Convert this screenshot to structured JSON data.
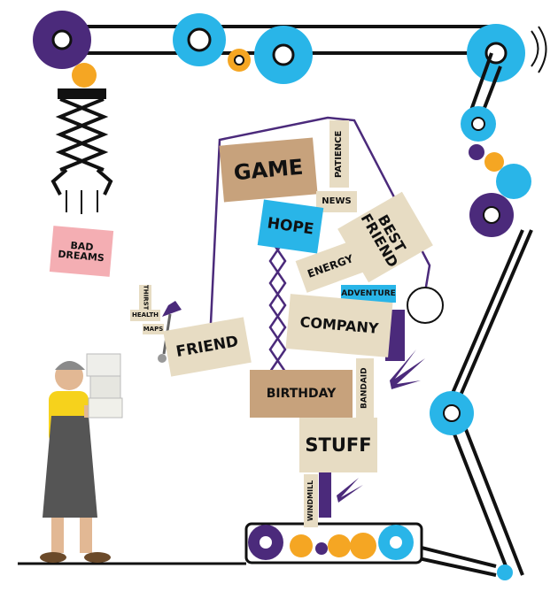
{
  "labels": {
    "bad_dreams": "BAD\nDREAMS",
    "game": "GAME",
    "patience": "PATIENCE",
    "news": "NEWS",
    "hope": "HOPE",
    "best_friend": "BEST\nFRIEND",
    "energy": "ENERGY",
    "adventure": "ADVENTURE",
    "company": "COMPANY",
    "friend": "FRIEND",
    "thirst": "THIRST",
    "health": "HEALTH",
    "maps": "MAPS",
    "birthday": "BIRTHDAY",
    "bandaid": "BANDAID",
    "stuff": "STUFF",
    "windmill": "WINDMILL"
  },
  "colors": {
    "purple": "#4b2a7b",
    "blue": "#29b5e8",
    "orange": "#f5a623",
    "tan": "#e7dcc3",
    "brown": "#c7a27c",
    "pink": "#f4aeb3",
    "line": "#111111"
  }
}
